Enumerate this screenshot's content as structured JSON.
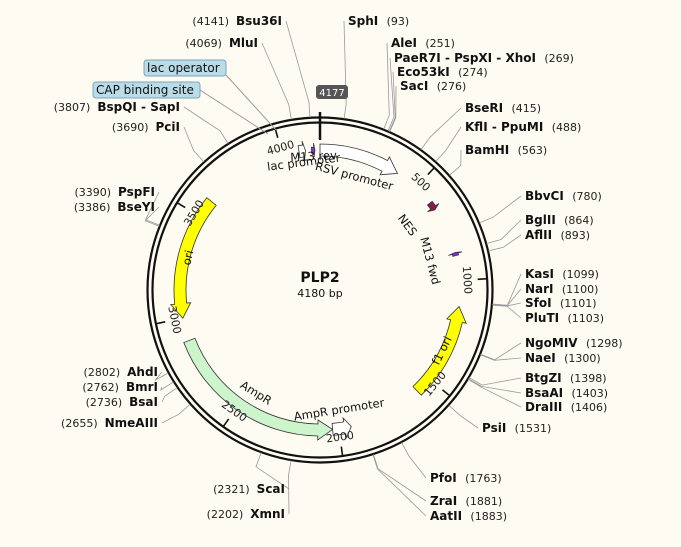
{
  "plasmid": {
    "name": "PLP2",
    "size_label": "4180 bp",
    "length": 4180,
    "end_label": "4177"
  },
  "ticks": [
    {
      "pos": 500,
      "label": "500"
    },
    {
      "pos": 1000,
      "label": "1000"
    },
    {
      "pos": 1500,
      "label": "1500"
    },
    {
      "pos": 2000,
      "label": "2000"
    },
    {
      "pos": 2500,
      "label": "2500"
    },
    {
      "pos": 3000,
      "label": "3000"
    },
    {
      "pos": 3500,
      "label": "3500"
    },
    {
      "pos": 4000,
      "label": "4000"
    }
  ],
  "sites": [
    {
      "name": "SphI",
      "pos_label": "(93)",
      "pos": 93
    },
    {
      "name": "AleI",
      "pos_label": "(251)",
      "pos": 251
    },
    {
      "name": "PaeR7I - PspXI - XhoI",
      "pos_label": "(269)",
      "pos": 269
    },
    {
      "name": "Eco53kI",
      "pos_label": "(274)",
      "pos": 274
    },
    {
      "name": "SacI",
      "pos_label": "(276)",
      "pos": 276
    },
    {
      "name": "BseRI",
      "pos_label": "(415)",
      "pos": 415
    },
    {
      "name": "KflI - PpuMI",
      "pos_label": "(488)",
      "pos": 488
    },
    {
      "name": "BamHI",
      "pos_label": "(563)",
      "pos": 563
    },
    {
      "name": "BbvCI",
      "pos_label": "(780)",
      "pos": 780
    },
    {
      "name": "BglII",
      "pos_label": "(864)",
      "pos": 864
    },
    {
      "name": "AflII",
      "pos_label": "(893)",
      "pos": 893
    },
    {
      "name": "KasI",
      "pos_label": "(1099)",
      "pos": 1099
    },
    {
      "name": "NarI",
      "pos_label": "(1100)",
      "pos": 1100
    },
    {
      "name": "SfoI",
      "pos_label": "(1101)",
      "pos": 1101
    },
    {
      "name": "PluTI",
      "pos_label": "(1103)",
      "pos": 1103
    },
    {
      "name": "NgoMIV",
      "pos_label": "(1298)",
      "pos": 1298
    },
    {
      "name": "NaeI",
      "pos_label": "(1300)",
      "pos": 1300
    },
    {
      "name": "BtgZI",
      "pos_label": "(1398)",
      "pos": 1398
    },
    {
      "name": "BsaAI",
      "pos_label": "(1403)",
      "pos": 1403
    },
    {
      "name": "DraIII",
      "pos_label": "(1406)",
      "pos": 1406
    },
    {
      "name": "PsiI",
      "pos_label": "(1531)",
      "pos": 1531
    },
    {
      "name": "PfoI",
      "pos_label": "(1763)",
      "pos": 1763
    },
    {
      "name": "ZraI",
      "pos_label": "(1881)",
      "pos": 1881
    },
    {
      "name": "AatII",
      "pos_label": "(1883)",
      "pos": 1883
    },
    {
      "name": "XmnI",
      "pos_label": "(2202)",
      "pos": 2202
    },
    {
      "name": "ScaI",
      "pos_label": "(2321)",
      "pos": 2321
    },
    {
      "name": "NmeAIII",
      "pos_label": "(2655)",
      "pos": 2655
    },
    {
      "name": "BsaI",
      "pos_label": "(2736)",
      "pos": 2736
    },
    {
      "name": "BmrI",
      "pos_label": "(2762)",
      "pos": 2762
    },
    {
      "name": "AhdI",
      "pos_label": "(2802)",
      "pos": 2802
    },
    {
      "name": "BseYI",
      "pos_label": "(3386)",
      "pos": 3386
    },
    {
      "name": "PspFI",
      "pos_label": "(3390)",
      "pos": 3390
    },
    {
      "name": "PciI",
      "pos_label": "(3690)",
      "pos": 3690
    },
    {
      "name": "BspQI - SapI",
      "pos_label": "(3807)",
      "pos": 3807
    },
    {
      "name": "MluI",
      "pos_label": "(4069)",
      "pos": 4069
    },
    {
      "name": "Bsu36I",
      "pos_label": "(4141)",
      "pos": 4141
    }
  ],
  "features": [
    {
      "name": "RSV promoter",
      "start": 0,
      "end": 390,
      "strand": 1,
      "color": "#ffffff"
    },
    {
      "name": "NES",
      "start": 600,
      "end": 640,
      "strand": 1,
      "color": "#8b1a4a"
    },
    {
      "name": "M13 fwd",
      "start": 865,
      "end": 880,
      "strand": -1,
      "color": "#8a2be2"
    },
    {
      "name": "f1 ori",
      "start": 1124,
      "end": 1580,
      "strand": -1,
      "color": "#ffff00"
    },
    {
      "name": "AmpR promoter",
      "start": 1940,
      "end": 2030,
      "strand": -1,
      "color": "#ffffff"
    },
    {
      "name": "AmpR",
      "start": 2030,
      "end": 2890,
      "strand": -1,
      "color": "#ccf5cc"
    },
    {
      "name": "ori",
      "start": 3000,
      "end": 3590,
      "strand": -1,
      "color": "#ffff00"
    },
    {
      "name": "lac promoter",
      "start": 4080,
      "end": 4111,
      "strand": 1,
      "color": "#ffffff"
    },
    {
      "name": "M13 rev",
      "start": 4140,
      "end": 4156,
      "strand": 1,
      "color": "#8a2be2"
    }
  ],
  "callouts": {
    "lac_operator": "lac operator",
    "cap_binding_site": "CAP binding site"
  },
  "colors": {
    "backbone": "#111111",
    "callout_box": "#b9dce8",
    "end_badge": "#555555",
    "leader": "#999999"
  }
}
